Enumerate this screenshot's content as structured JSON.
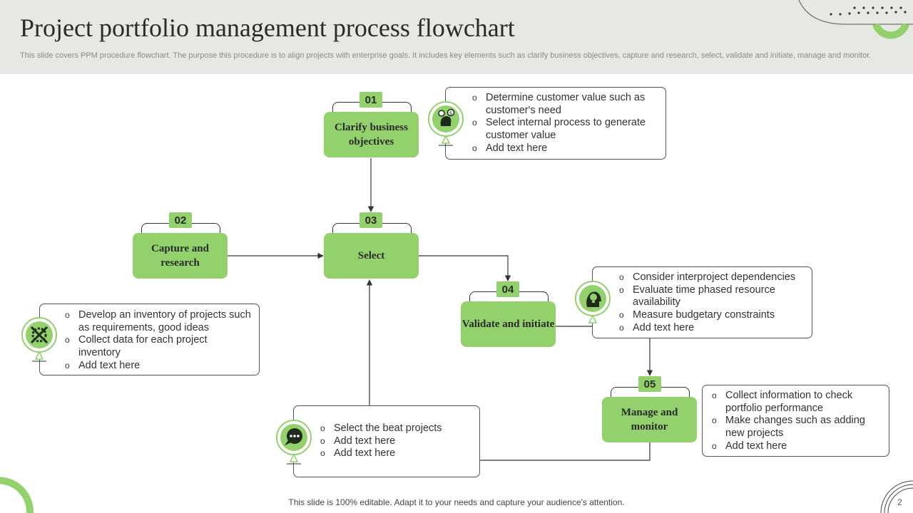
{
  "header": {
    "title": "Project portfolio management process flowchart",
    "subtitle": "This slide covers PPM procedure flowchart. The purpose this procedure is to align projects with enterprise goals. It includes key elements such as clarify business objectives, capture and research, select, validate and initiate, manage and monitor."
  },
  "steps": [
    {
      "number": "01",
      "label": "Clarify business objectives"
    },
    {
      "number": "02",
      "label": "Capture and research"
    },
    {
      "number": "03",
      "label": "Select"
    },
    {
      "number": "04",
      "label": "Validate and initiate"
    },
    {
      "number": "05",
      "label": "Manage and monitor"
    }
  ],
  "notes": {
    "clarify": {
      "icon": "money-thinking-icon",
      "items": [
        "Determine customer value such as customer's need",
        "Select internal process to generate customer value",
        "Add text here"
      ]
    },
    "capture": {
      "icon": "tools-icon",
      "items": [
        "Develop an inventory of projects such as requirements, good ideas",
        "Collect data for each project inventory",
        "Add text here"
      ]
    },
    "select": {
      "icon": "chat-bubble-icon",
      "items": [
        "Select the beat projects",
        "Add text here",
        "Add text here"
      ]
    },
    "validate": {
      "icon": "idea-head-icon",
      "items": [
        "Consider interproject dependencies",
        "Evaluate time phased resource availability",
        "Measure budgetary constraints",
        "Add text here"
      ]
    },
    "manage": {
      "icon": "",
      "items": [
        "Collect information to check portfolio performance",
        "Make changes such as adding new projects",
        "Add text here"
      ]
    }
  },
  "colors": {
    "accent": "#92d16b",
    "header_bg": "#e6e8e3",
    "line": "#333333"
  },
  "footer": {
    "text": "This slide is 100% editable. Adapt it to your needs and capture your audience's attention.",
    "page": "2"
  }
}
